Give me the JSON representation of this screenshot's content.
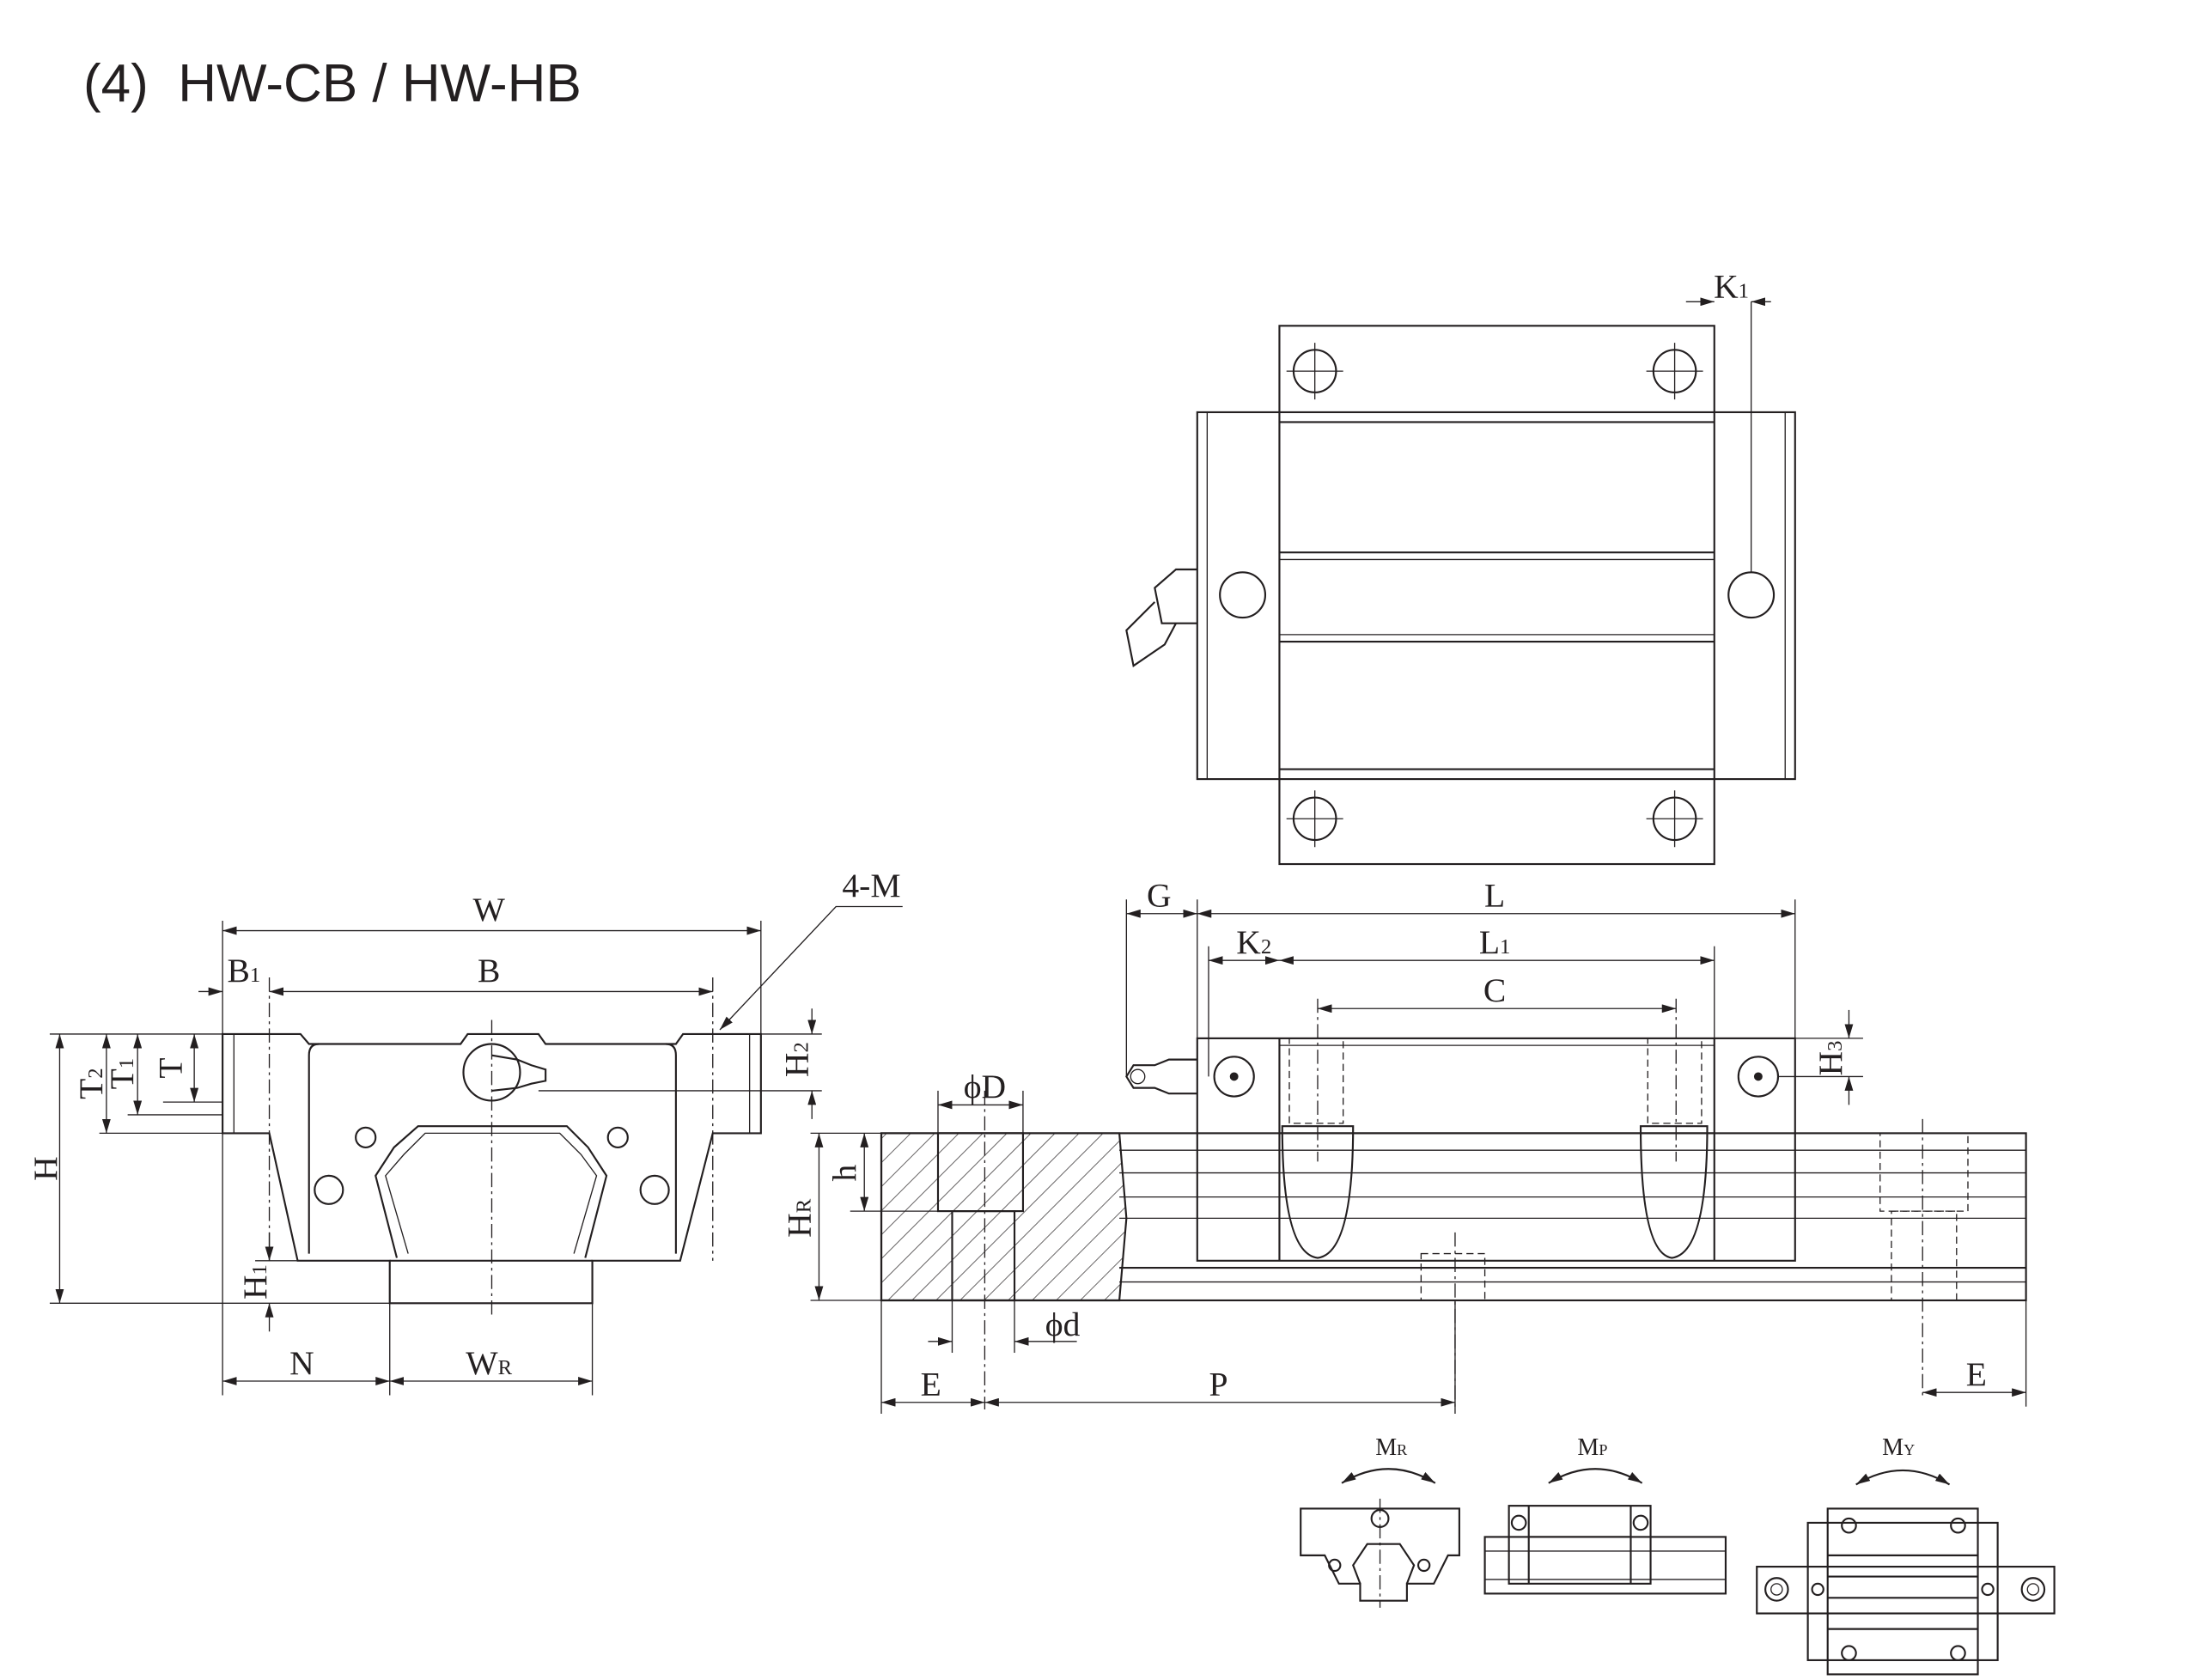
{
  "title": "(4)  HW-CB / HW-HB",
  "front_view": {
    "W": "W",
    "B": "B",
    "B1": {
      "main": "B",
      "sub": "1"
    },
    "M": "4-M",
    "T2": {
      "main": "T",
      "sub": "2"
    },
    "T1": {
      "main": "T",
      "sub": "1"
    },
    "T": "T",
    "H": "H",
    "H2": {
      "main": "H",
      "sub": "2"
    },
    "H1": {
      "main": "H",
      "sub": "1"
    },
    "N": "N",
    "WR": {
      "main": "W",
      "sub": "R"
    }
  },
  "side_view": {
    "D": "ϕD",
    "h": "h",
    "HR": {
      "main": "H",
      "sub": "R"
    },
    "d": "ϕd",
    "E_left": "E",
    "P": "P",
    "E_right": "E",
    "G": "G",
    "L": "L",
    "K2": {
      "main": "K",
      "sub": "2"
    },
    "L1": {
      "main": "L",
      "sub": "1"
    },
    "C": "C",
    "H3": {
      "main": "H",
      "sub": "3"
    }
  },
  "top_view": {
    "K1": {
      "main": "K",
      "sub": "1"
    }
  },
  "moments": {
    "MR": {
      "main": "M",
      "sub": "R"
    },
    "MP": {
      "main": "M",
      "sub": "P"
    },
    "MY": {
      "main": "M",
      "sub": "Y"
    }
  }
}
